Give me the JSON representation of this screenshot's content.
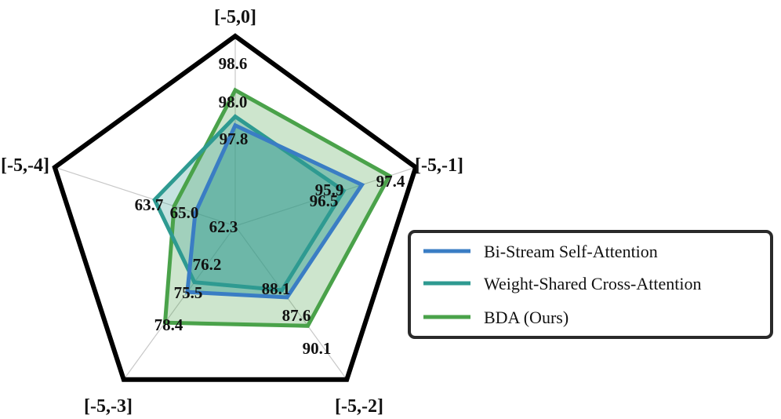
{
  "chart_data": {
    "type": "radar",
    "axes": [
      "[-5,0]",
      "[-5,-1]",
      "[-5,-2]",
      "[-5,-3]",
      "[-5,-4]"
    ],
    "series": [
      {
        "name": "Bi-Stream Self-Attention",
        "color": "#3a7dc4",
        "values": [
          97.8,
          96.5,
          88.1,
          76.2,
          62.3
        ],
        "labels": [
          "97.8",
          "96.5",
          "88.1",
          "76.2",
          "62.3"
        ]
      },
      {
        "name": "Weight-Shared Cross-Attention",
        "color": "#2e9a91",
        "values": [
          98.0,
          95.9,
          87.6,
          75.5,
          65.0
        ],
        "labels": [
          "98.0",
          "95.9",
          "87.6",
          "75.5",
          "65.0"
        ]
      },
      {
        "name": "BDA (Ours)",
        "color": "#4aa24a",
        "values": [
          98.6,
          97.4,
          90.1,
          78.4,
          63.7
        ],
        "labels": [
          "98.6",
          "97.4",
          "90.1",
          "78.4",
          "63.7"
        ]
      }
    ],
    "legend": "right",
    "grid": true
  }
}
